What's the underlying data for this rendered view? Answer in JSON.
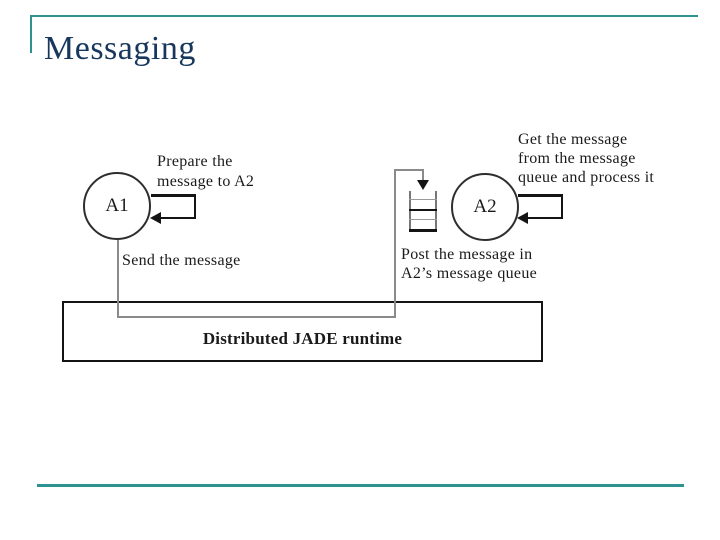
{
  "slide": {
    "title": "Messaging"
  },
  "colors": {
    "accent_teal": "#2E9292",
    "title_navy": "#17375D",
    "line_gray": "#8A8A8A",
    "ink": "#1A1A1A"
  },
  "diagram": {
    "agent_a1_label": "A1",
    "agent_a2_label": "A2",
    "prepare_note": {
      "line1": "Prepare the",
      "line2": "message to A2"
    },
    "send_note": "Send the message",
    "post_note": {
      "line1": "Post the message in",
      "line2": "A2’s message queue"
    },
    "get_note": {
      "line1": "Get the message",
      "line2": "from the message",
      "line3": "queue and process it"
    },
    "runtime_label": "Distributed JADE runtime"
  }
}
